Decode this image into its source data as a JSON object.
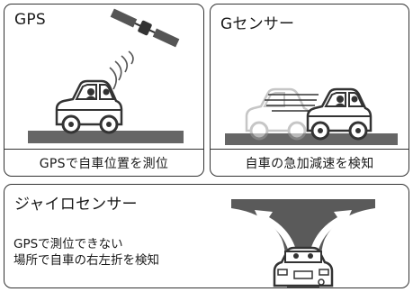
{
  "panels": {
    "gps": {
      "title": "GPS",
      "caption": "GPSで自車位置を測位"
    },
    "g_sensor": {
      "title": "Gセンサー",
      "caption": "自車の急加減速を検知"
    },
    "gyro": {
      "title": "ジャイロセンサー",
      "description": [
        "GPSで測位できない",
        "場所で自車の右左折を検知"
      ]
    }
  },
  "colors": {
    "ground": "#666666",
    "road": "#5a5a5a",
    "outline": "#333333",
    "faded": "#aaaaaa"
  }
}
